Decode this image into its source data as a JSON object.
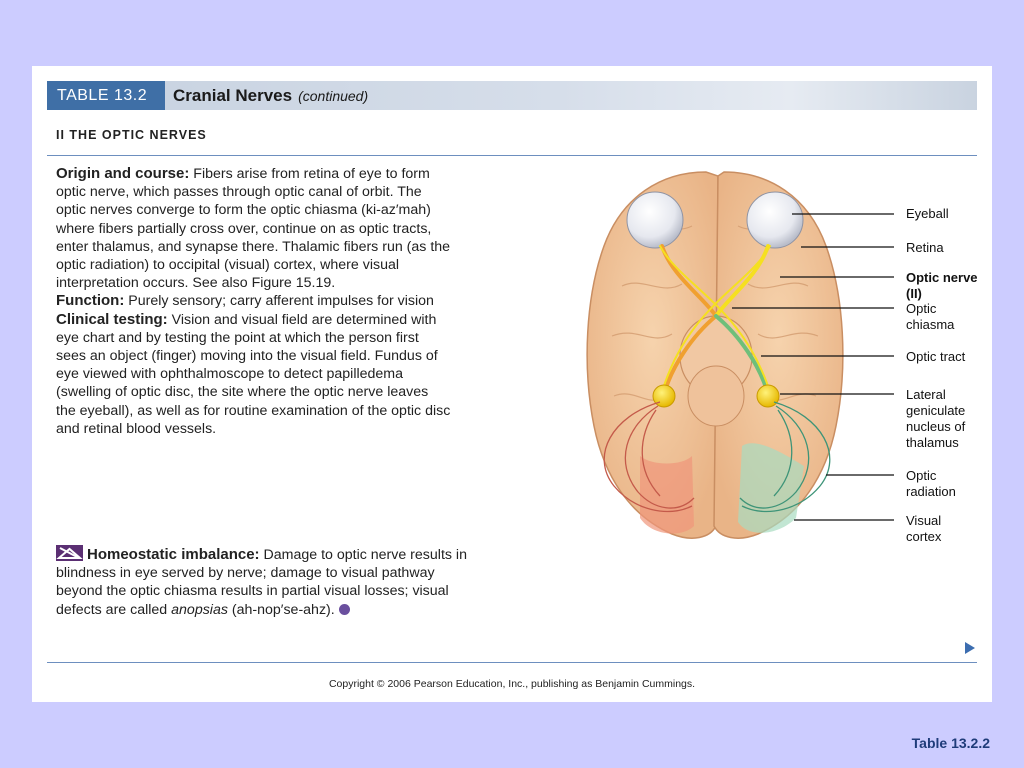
{
  "header": {
    "table_number": "TABLE 13.2",
    "title": "Cranial Nerves",
    "continued": "(continued)"
  },
  "section_heading": "II THE OPTIC NERVES",
  "paragraphs": {
    "origin_term": "Origin and course:",
    "origin_text": " Fibers arise from retina of eye to form optic nerve, which passes through optic canal of orbit. The optic nerves converge to form the optic chiasma (ki-az′mah) where fibers partially cross over, continue on as optic tracts, enter thalamus, and synapse there. Thalamic fibers run (as the optic radiation) to occipital (visual) cortex, where visual interpretation occurs. See also Figure 15.19.",
    "function_term": "Function:",
    "function_text": " Purely sensory; carry afferent impulses for vision",
    "clinical_term": "Clinical testing:",
    "clinical_text": " Vision and visual field are determined with eye chart and by testing the point at which the person first sees an object (finger) moving into the visual field. Fundus of eye viewed with ophthalmoscope to detect papilledema (swelling of optic disc, the site where the optic nerve leaves the eyeball), as well as for routine examination of the optic disc and retinal blood vessels."
  },
  "homeostatic": {
    "term": "Homeostatic imbalance:",
    "text_before": " Damage to optic nerve results in blindness in eye served by nerve; damage to visual pathway beyond the optic chiasma results in partial visual losses; visual defects are called ",
    "italic_word": "anopsias",
    "text_after": " (ah-nop′se-ahz)."
  },
  "figure_labels": {
    "eyeball": "Eyeball",
    "retina": "Retina",
    "optic_nerve": "Optic nerve (II)",
    "optic_chiasma": "Optic chiasma",
    "optic_tract": "Optic tract",
    "lgn_1": "Lateral",
    "lgn_2": "geniculate",
    "lgn_3": "nucleus of",
    "lgn_4": "thalamus",
    "radiation_1": "Optic",
    "radiation_2": "radiation",
    "cortex_1": "Visual",
    "cortex_2": "cortex"
  },
  "colors": {
    "background": "#ccccff",
    "header_accent": "#3f6fa6",
    "brain": "#f2c9a0",
    "nerve_yellow": "#f5e020",
    "nerve_orange": "#f0a030",
    "nerve_green": "#6fbf7a",
    "radiation_red": "#c45a4a",
    "radiation_green": "#3e9478"
  },
  "copyright": "Copyright © 2006 Pearson Education, Inc., publishing as Benjamin Cummings.",
  "slide_footer": "Table 13.2.2"
}
